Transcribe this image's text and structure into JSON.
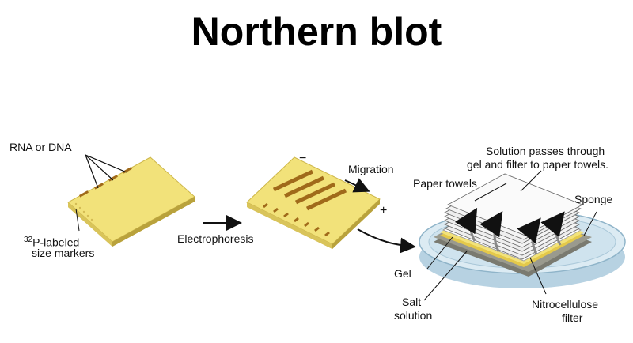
{
  "title": "Northern blot",
  "labels": {
    "rna_or_dna": "RNA or DNA",
    "markers_superscript": "32",
    "markers_line1": "P-labeled",
    "markers_line2": "size markers",
    "electrophoresis": "Electrophoresis",
    "migration": "Migration",
    "minus": "−",
    "plus": "+",
    "solution_line1": "Solution passes through",
    "solution_line2": "gel and filter to paper towels.",
    "paper_towels": "Paper towels",
    "sponge": "Sponge",
    "gel": "Gel",
    "salt_line1": "Salt",
    "salt_line2": "solution",
    "nitro_line1": "Nitrocellulose",
    "nitro_line2": "filter"
  },
  "colors": {
    "gel_yellow": "#f2e27a",
    "gel_edge": "#d8c24a",
    "band_brown": "#a06a1a",
    "dish_blue": "#cfe3ee",
    "towel_white": "#f7f7f7"
  }
}
